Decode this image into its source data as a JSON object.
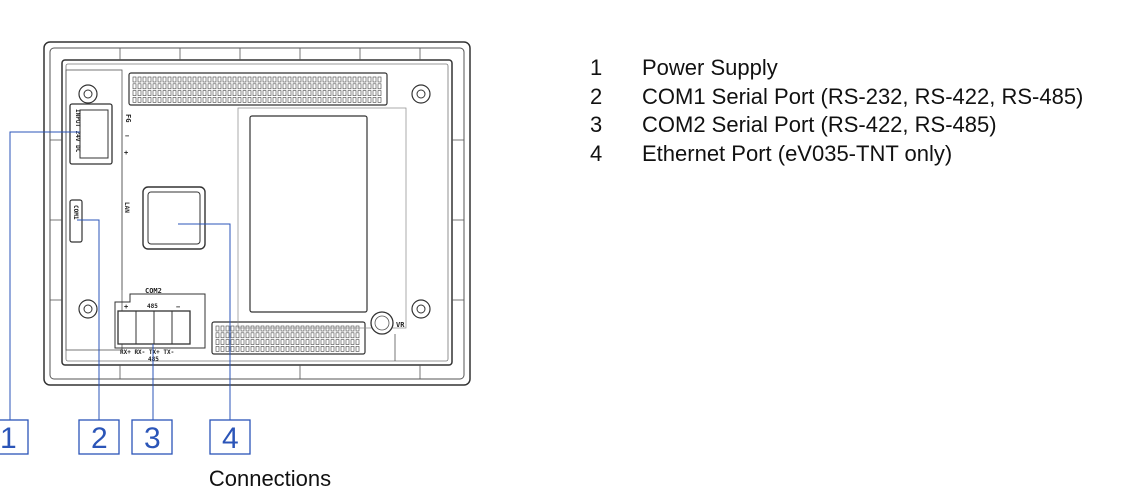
{
  "legend": [
    {
      "number": "1",
      "text": "Power Supply"
    },
    {
      "number": "2",
      "text": "COM1 Serial Port (RS-232, RS-422, RS-485)"
    },
    {
      "number": "3",
      "text": "COM2 Serial Port (RS-422, RS-485)"
    },
    {
      "number": "4",
      "text": "Ethernet Port (eV035-TNT only)"
    }
  ],
  "callouts": [
    "1",
    "2",
    "3",
    "4"
  ],
  "caption": "Connections",
  "device_labels": {
    "power": "INPUT 24V DC",
    "power_polarity": [
      "FG",
      "−",
      "+"
    ],
    "com1": "COM1",
    "lan": "LAN",
    "com2": "COM2",
    "com2_sub": "485",
    "com2_polarity": [
      "+",
      "−"
    ],
    "com2_pins": "RX+ RX- TX+ TX-",
    "com2_pins_sub": "485",
    "vr": "VR"
  },
  "colors": {
    "callout": "#2b55b8",
    "outline": "#333333"
  }
}
